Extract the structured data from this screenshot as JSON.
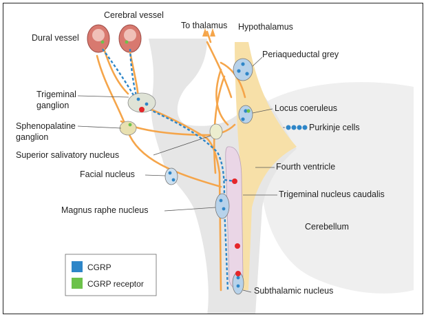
{
  "labels": {
    "cerebral_vessel": "Cerebral vessel",
    "dural_vessel": "Dural vessel",
    "to_thalamus": "To thalamus",
    "hypothalamus": "Hypothalamus",
    "periaqueductal_grey": "Periaqueductal grey",
    "trigeminal_ganglion_1": "Trigeminal",
    "trigeminal_ganglion_2": "ganglion",
    "locus_coeruleus": "Locus coeruleus",
    "sphenopalatine_1": "Sphenopalatine",
    "sphenopalatine_2": "ganglion",
    "purkinje": "Purkinje cells",
    "superior_salivatory": "Superior salivatory nucleus",
    "fourth_ventricle": "Fourth ventricle",
    "facial_nucleus": "Facial nucleus",
    "trigeminal_caudalis": "Trigeminal nucleus caudalis",
    "magnus_raphe": "Magnus raphe nucleus",
    "cerebellum": "Cerebellum",
    "subthalamic": "Subthalamic nucleus"
  },
  "legend": {
    "items": [
      {
        "label": "CGRP",
        "color": "#2e86c8"
      },
      {
        "label": "CGRP receptor",
        "color": "#6cc24a"
      }
    ]
  },
  "colors": {
    "nerve": "#f5a54a",
    "brainstem": "#e6e6e6",
    "cerebellum": "#efefef",
    "ventricle": "#f7e0a8",
    "cgrp": "#2e86c8",
    "receptor": "#6cc24a",
    "red_dot": "#e5262a",
    "vessel": "#e08a80"
  }
}
